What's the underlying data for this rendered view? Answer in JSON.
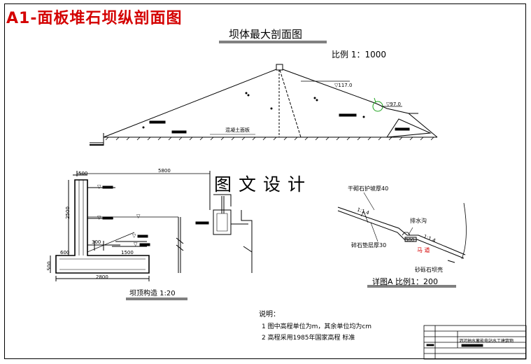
{
  "drawing_title": "A1-面板堆石坝纵剖面图",
  "max_section": {
    "title": "坝体最大剖面图",
    "scale": "比例 1：1000",
    "wl1": "▽117.0",
    "wl2": "▽97.0",
    "sec_label": "混凝土面板"
  },
  "watermark": "图文设计",
  "crest_detail": {
    "title": "坝顶构造   1:20",
    "dim_top": "5800",
    "dim_width": "500",
    "dim_height": "2500",
    "dim_300": "300",
    "dim_1500": "1500",
    "dim_600": "600",
    "dim_500b": "500",
    "dim_base": "2800",
    "dim_wl": "▽",
    "el_1": "▽",
    "el_2": "▽",
    "el_3": "▽",
    "el_4": "▽"
  },
  "detail_a": {
    "title": "详图A    比例1：200",
    "label_top": "干砌石护坡厚40",
    "label_drain": "排水沟",
    "label_gravel": "碎石垫层厚30",
    "label_berm": "马  道",
    "label_shell": "砂砾石坝壳",
    "slope1": "1:1.4",
    "slope2": "1:1.4",
    "dim_small": "300"
  },
  "notes": {
    "title": "说明：",
    "items": [
      "1   图中高程单位为m，其余单位均为cm",
      "2   高程采用1985年国家高程 标准"
    ]
  },
  "title_block": {
    "project": "泗河抽水蓄能电站水工建筑物"
  },
  "colors": {
    "title": "#d40000",
    "line": "#000000",
    "accent": "#1aa01a"
  }
}
